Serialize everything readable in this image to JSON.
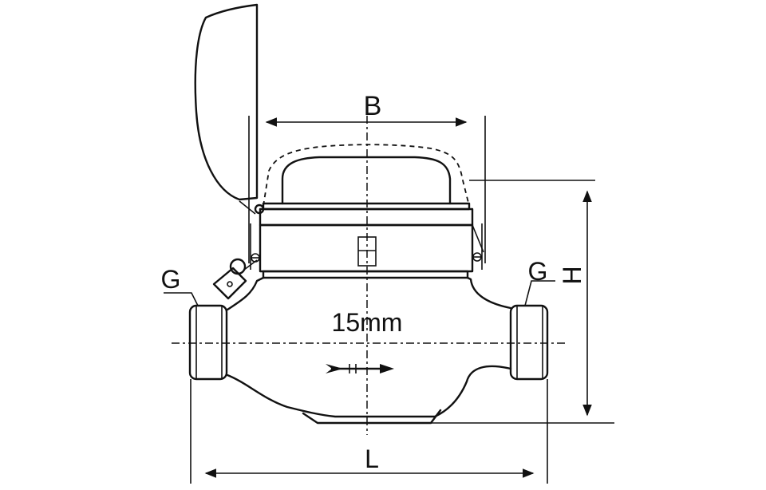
{
  "labels": {
    "B": "B",
    "H": "H",
    "L": "L",
    "G_left": "G",
    "G_right": "G",
    "size": "15mm"
  }
}
